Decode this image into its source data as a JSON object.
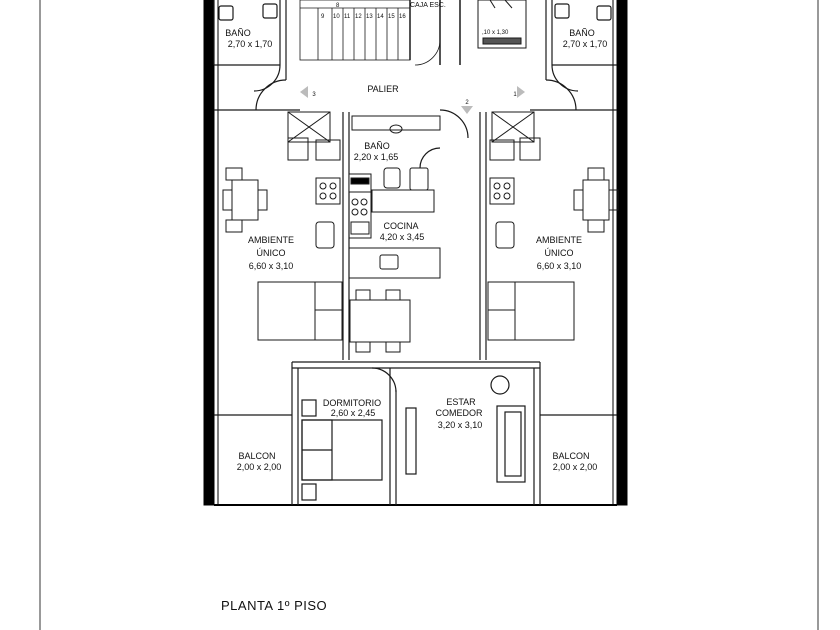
{
  "stair": {
    "steps_top": [
      "8"
    ],
    "steps": [
      "9",
      "10",
      "11",
      "12",
      "13",
      "14",
      "15",
      "16"
    ],
    "label": "CAJA ESC."
  },
  "elevator": {
    "dim": ",10 x 1,30"
  },
  "rooms": {
    "bano_left": {
      "name": "BAÑO",
      "dim": "2,70 x 1,70"
    },
    "bano_right": {
      "name": "BAÑO",
      "dim": "2,70 x 1,70"
    },
    "palier": {
      "name": "PALIER"
    },
    "doors": {
      "d1": "1",
      "d2": "2",
      "d3": "3"
    },
    "bano_center": {
      "name": "BAÑO",
      "dim": "2,20 x 1,65"
    },
    "cocina": {
      "name": "COCINA",
      "dim": "4,20 x 3,45"
    },
    "ambiente_left": {
      "line1": "AMBIENTE",
      "line2": "ÚNICO",
      "dim": "6,60 x 3,10"
    },
    "ambiente_right": {
      "line1": "AMBIENTE",
      "line2": "ÚNICO",
      "dim": "6,60 x 3,10"
    },
    "dormitorio": {
      "name": "DORMITORIO",
      "dim": "2,60 x 2,45"
    },
    "estar": {
      "line1": "ESTAR",
      "line2": "COMEDOR",
      "dim": "3,20 x 3,10"
    },
    "balcon_left": {
      "name": "BALCON",
      "dim": "2,00 x 2,00"
    },
    "balcon_right": {
      "name": "BALCON",
      "dim": "2,00 x 2,00"
    }
  },
  "title": "PLANTA  1º  PISO",
  "colors": {
    "line": "#1a1a1a",
    "wall": "#000000",
    "paper": "#ffffff"
  }
}
